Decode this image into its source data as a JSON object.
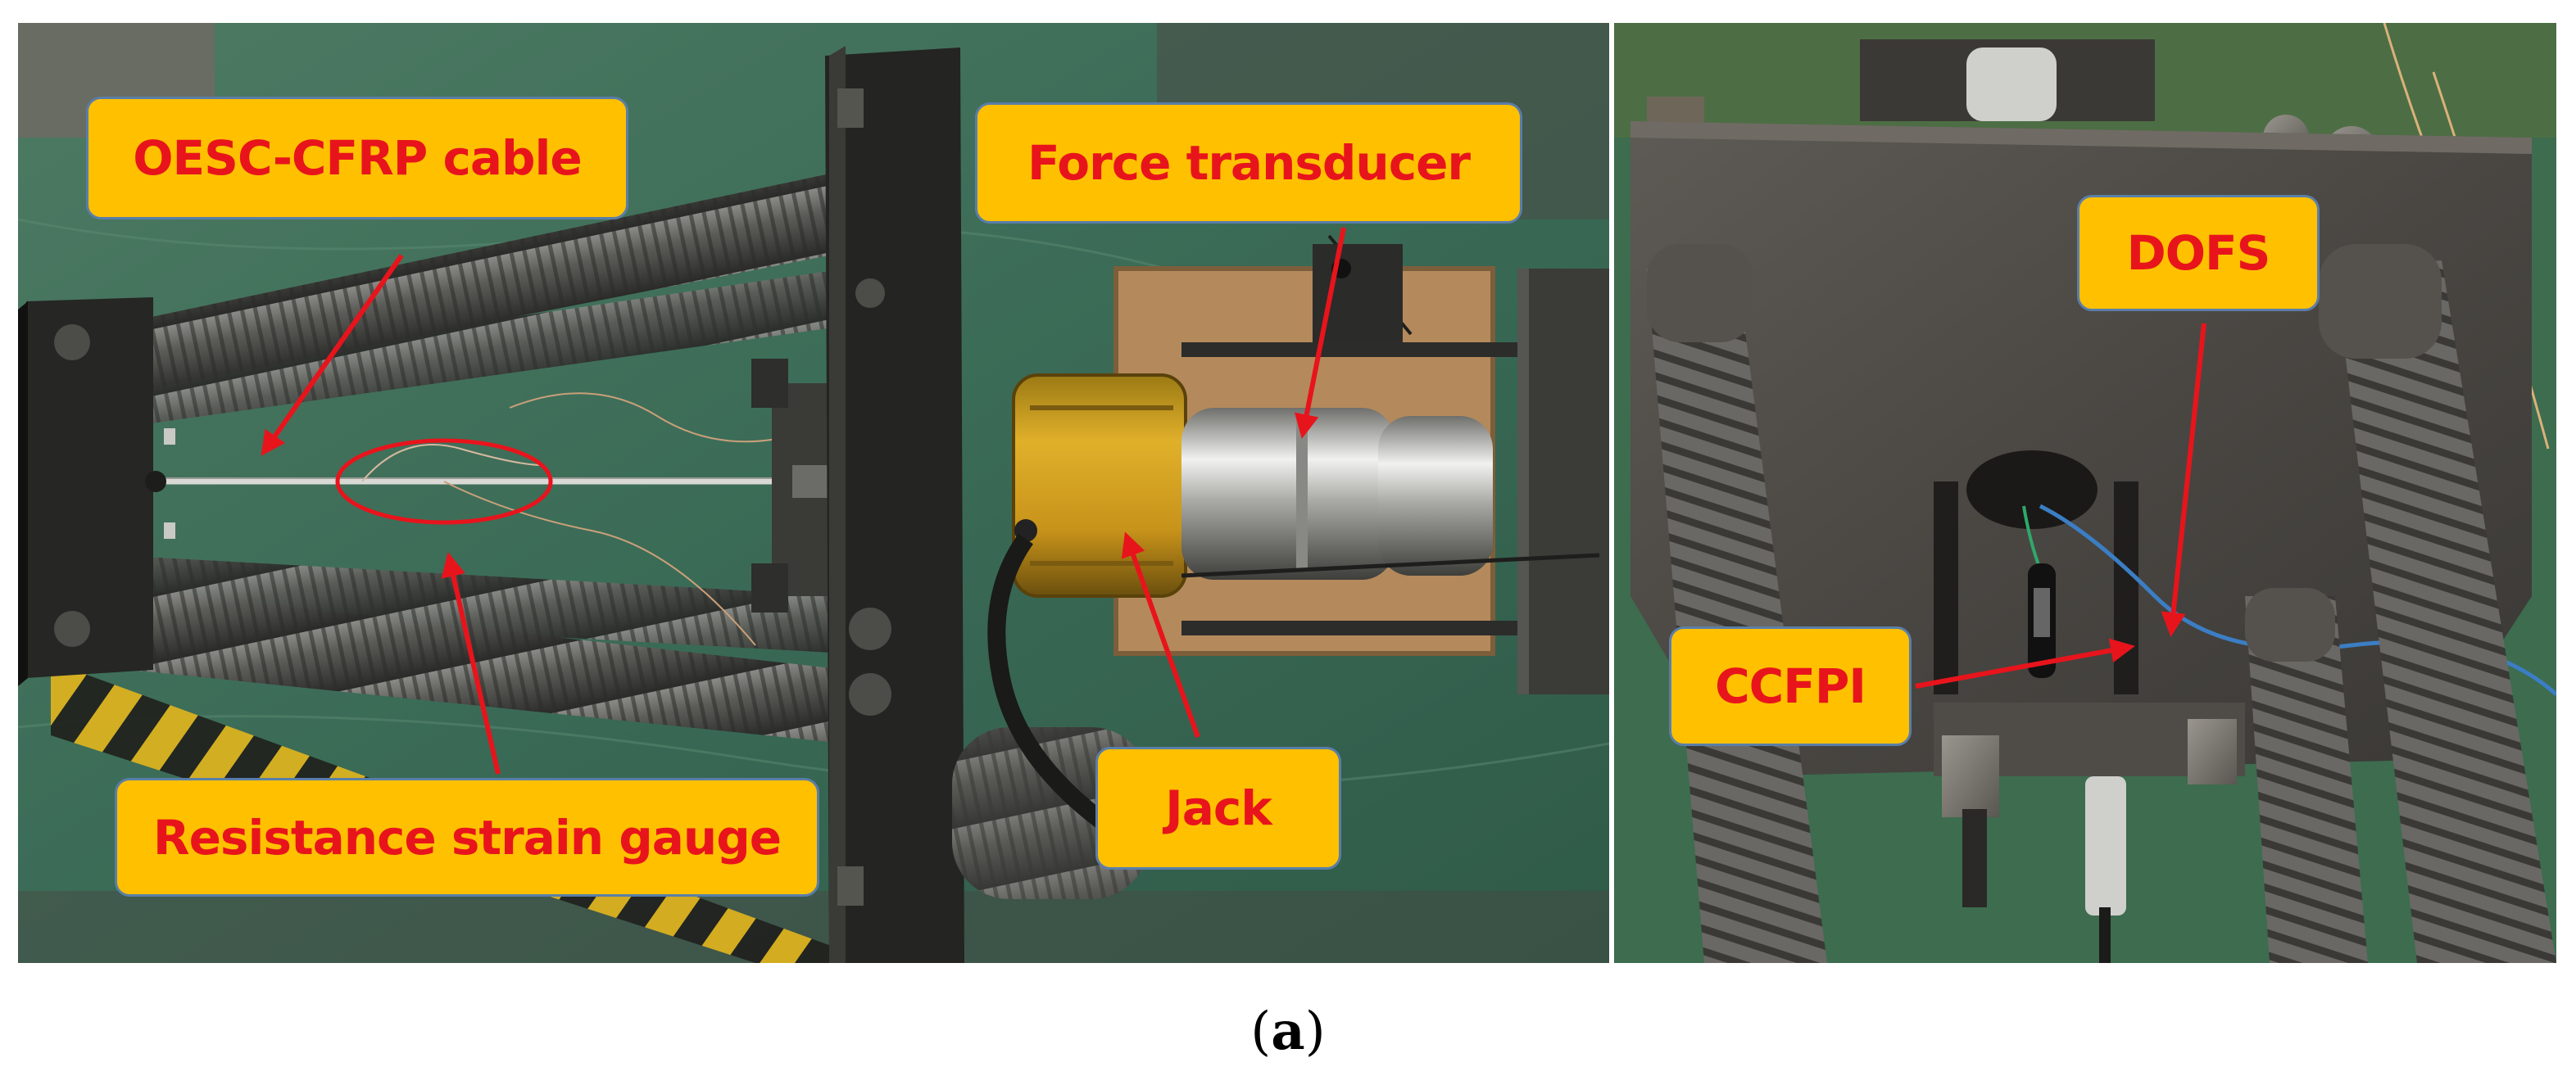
{
  "figure": {
    "caption": {
      "open": "(",
      "label": "a",
      "close": ")"
    },
    "callouts": {
      "oesc_cable": "OESC-CFRP cable",
      "force_transducer": "Force transducer",
      "jack": "Jack",
      "resistance_strain_gauge": "Resistance strain gauge",
      "dofs": "DOFS",
      "ccfpi": "CCFPI"
    },
    "colors": {
      "callout_fill": "#ffc000",
      "callout_text": "#e8141c",
      "arrow": "#e8141c",
      "floor_green": "#3c6a55",
      "hazard_yellow": "#e3b51c"
    }
  }
}
